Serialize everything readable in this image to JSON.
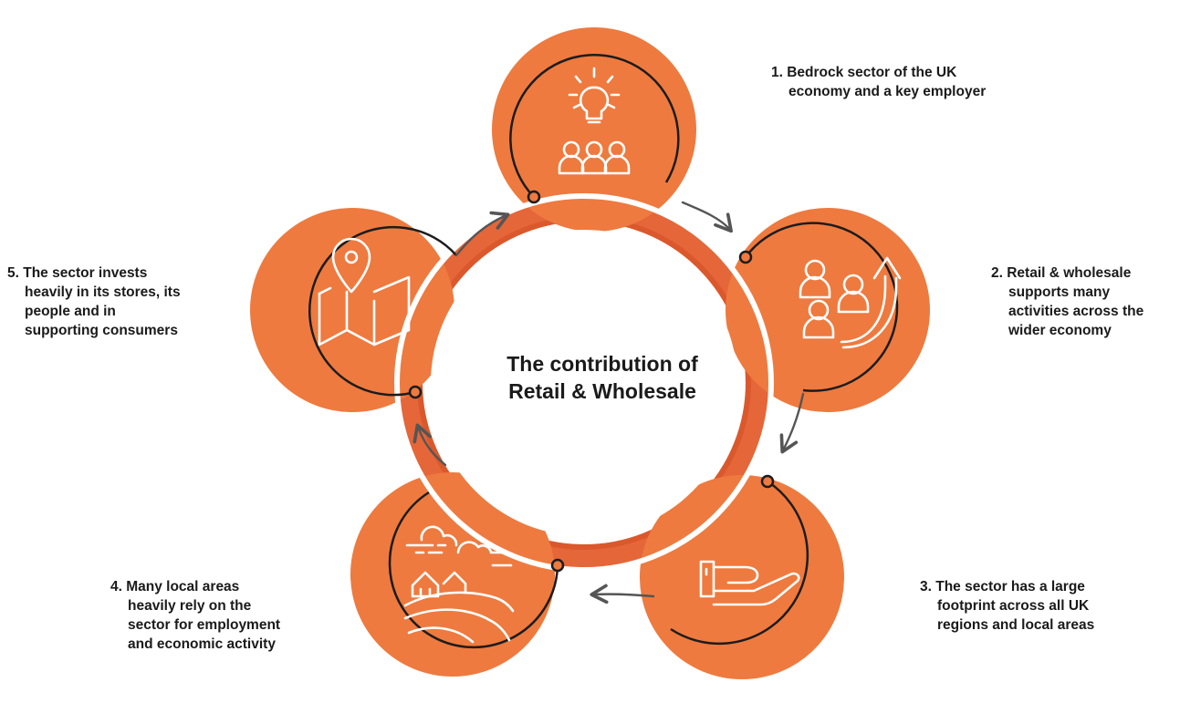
{
  "title": {
    "line1": "The contribution of",
    "line2": "Retail & Wholesale"
  },
  "colors": {
    "circle": "#ee7a3f",
    "ring_accent": "#e25523",
    "ring_dark": "#d04a1f",
    "stroke": "#1c1c1c",
    "arrow": "#555555",
    "icon": "#ffffff"
  },
  "steps": [
    {
      "id": 1,
      "icon": "lightbulb-people-icon",
      "lines": [
        "1. Bedrock sector of the UK",
        "economy and a key employer"
      ]
    },
    {
      "id": 2,
      "icon": "people-growth-icon",
      "lines": [
        "2. Retail & wholesale",
        "supports many",
        "activities across the",
        "wider economy"
      ]
    },
    {
      "id": 3,
      "icon": "hand-icon",
      "lines": [
        "3. The sector has a large",
        "footprint across all UK",
        "regions and local areas"
      ]
    },
    {
      "id": 4,
      "icon": "landscape-houses-icon",
      "lines": [
        "4. Many local areas",
        "heavily rely on the",
        "sector for employment",
        "and economic activity"
      ]
    },
    {
      "id": 5,
      "icon": "map-pin-icon",
      "lines": [
        "5. The sector invests",
        "heavily in its stores, its",
        "people and in",
        "supporting consumers"
      ]
    }
  ]
}
